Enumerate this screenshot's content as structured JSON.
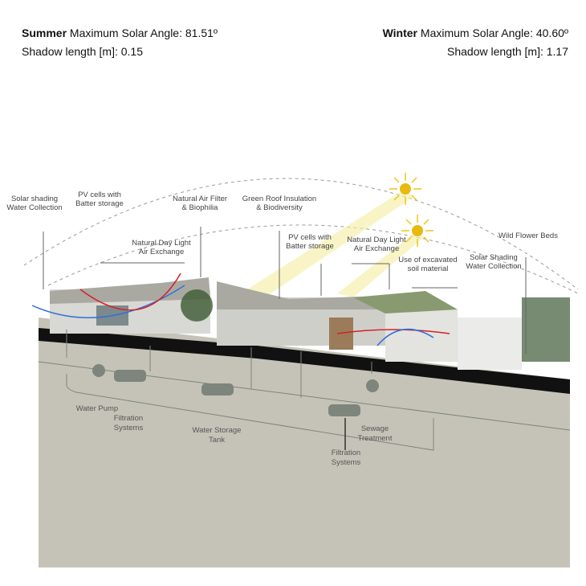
{
  "header": {
    "summer": {
      "season": "Summer",
      "angle_text": "Maximum Solar Angle: 81.51º",
      "shadow_text": "Shadow length [m]: 0.15"
    },
    "winter": {
      "season": "Winter",
      "angle_text": "Maximum Solar Angle: 40.60º",
      "shadow_text": "Shadow length [m]: 1.17"
    }
  },
  "labels": {
    "solar_shading_1": [
      "Solar shading",
      "Water Collection"
    ],
    "pv_cells_1": [
      "PV cells with",
      "Batter storage"
    ],
    "air_filter": [
      "Natural Air Filter",
      "& Biophilia"
    ],
    "green_roof": [
      "Green Roof Insulation",
      "& Biodiversity"
    ],
    "daylight_1": [
      "Natural Day Light",
      "Air Exchange"
    ],
    "pv_cells_2": [
      "PV cells with",
      "Batter storage"
    ],
    "daylight_2": [
      "Natural Day Light",
      "Air Exchange"
    ],
    "excavated_soil": [
      "Use of excavated",
      "soil material"
    ],
    "solar_shading_2": [
      "Solar Shading",
      "Water Collection"
    ],
    "wild_flower": [
      "Wild Flower Beds"
    ]
  },
  "ground_labels": {
    "water_pump": [
      "Water Pump"
    ],
    "filtration_1": [
      "Filtration",
      "Systems"
    ],
    "water_tank": [
      "Water Storage",
      "Tank"
    ],
    "sewage": [
      "Sewage",
      "Treatment"
    ],
    "filtration_2": [
      "Filtration",
      "Systems"
    ]
  },
  "colors": {
    "ground": "#c5c3b7",
    "sun": "#e8b90f",
    "component": "#7d857d",
    "air_warm": "#d42027",
    "air_cool": "#2f6fd8"
  }
}
